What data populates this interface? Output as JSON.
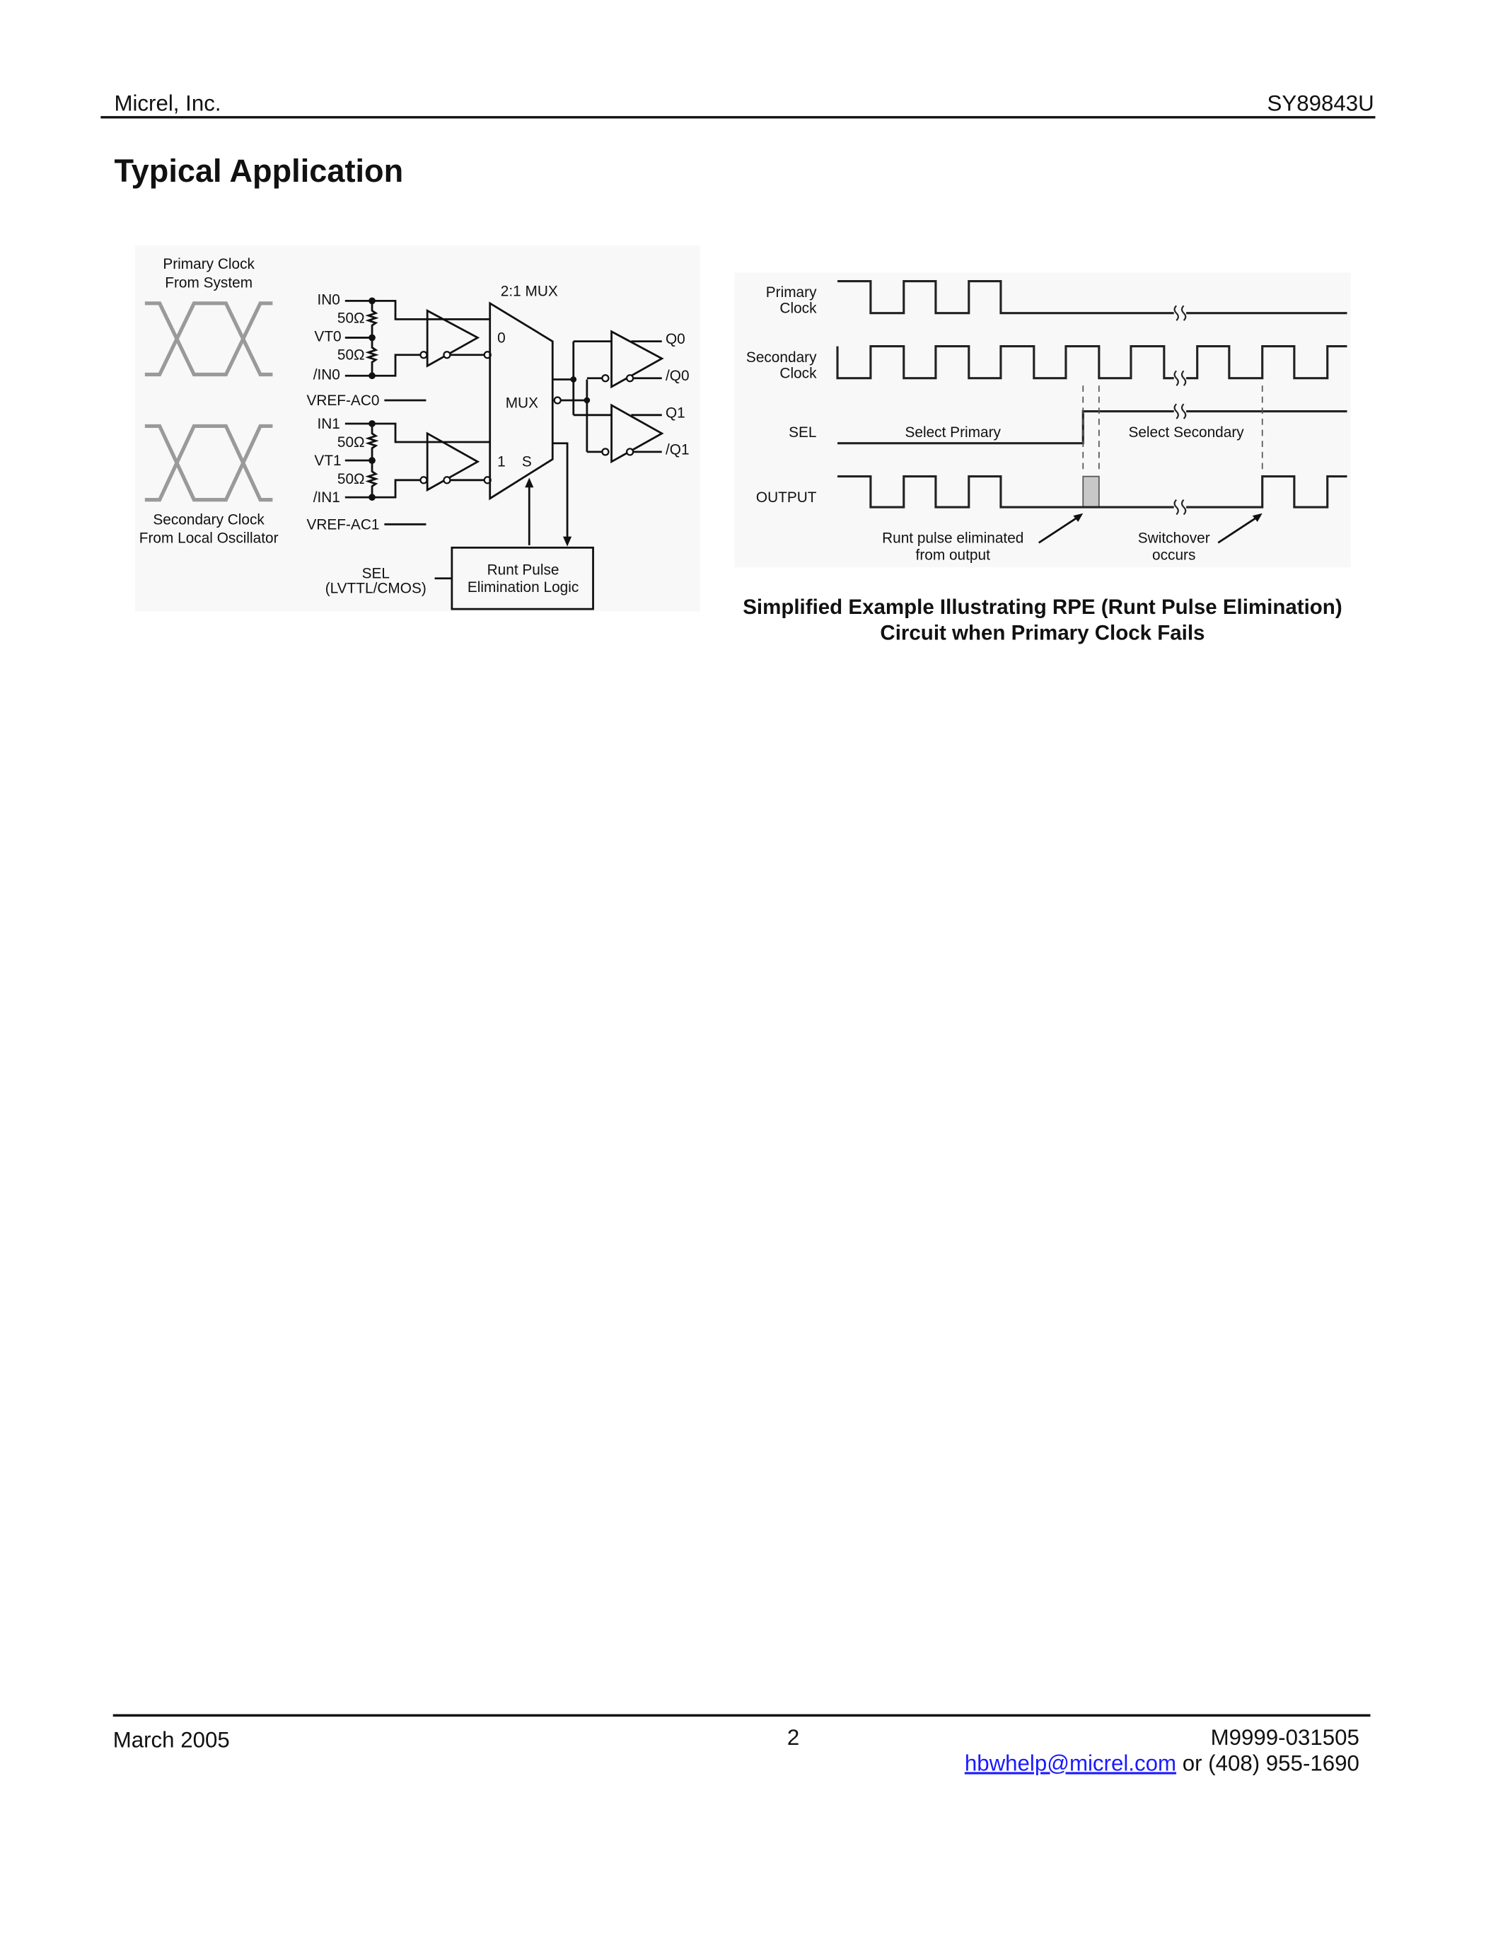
{
  "header": {
    "company": "Micrel, Inc.",
    "part_number": "SY89843U"
  },
  "section_title": "Typical Application",
  "circuit": {
    "primary_clock": [
      "Primary Clock",
      "From System"
    ],
    "secondary_clock": [
      "Secondary Clock",
      "From Local Oscillator"
    ],
    "pins": {
      "in0": "IN0",
      "vt0": "VT0",
      "nin0": "/IN0",
      "vref0": "VREF-AC0",
      "in1": "IN1",
      "vt1": "VT1",
      "nin1": "/IN1",
      "vref1": "VREF-AC1",
      "q0": "Q0",
      "nq0": "/Q0",
      "q1": "Q1",
      "nq1": "/Q1"
    },
    "resistor": "50Ω",
    "mux_title": "2:1 MUX",
    "mux_label": "MUX",
    "mux_in0": "0",
    "mux_in1": "1",
    "mux_sel": "S",
    "sel": [
      "SEL",
      "(LVTTL/CMOS)"
    ],
    "rpe_box": [
      "Runt Pulse",
      "Elimination Logic"
    ]
  },
  "timing": {
    "signals": {
      "primary": [
        "Primary",
        "Clock"
      ],
      "secondary": [
        "Secondary",
        "Clock"
      ],
      "sel": "SEL",
      "output": "OUTPUT"
    },
    "select_primary": "Select Primary",
    "select_secondary": "Select Secondary",
    "runt_note": [
      "Runt pulse eliminated",
      "from output"
    ],
    "switch_note": [
      "Switchover",
      "occurs"
    ]
  },
  "caption": [
    "Simplified Example Illustrating RPE (Runt Pulse Elimination)",
    "Circuit when Primary Clock Fails"
  ],
  "footer": {
    "date": "March 2005",
    "page": "2",
    "doc_number": "M9999-031505",
    "email": "hbwhelp@micrel.com",
    "contact_suffix": " or (408) 955-1690"
  }
}
